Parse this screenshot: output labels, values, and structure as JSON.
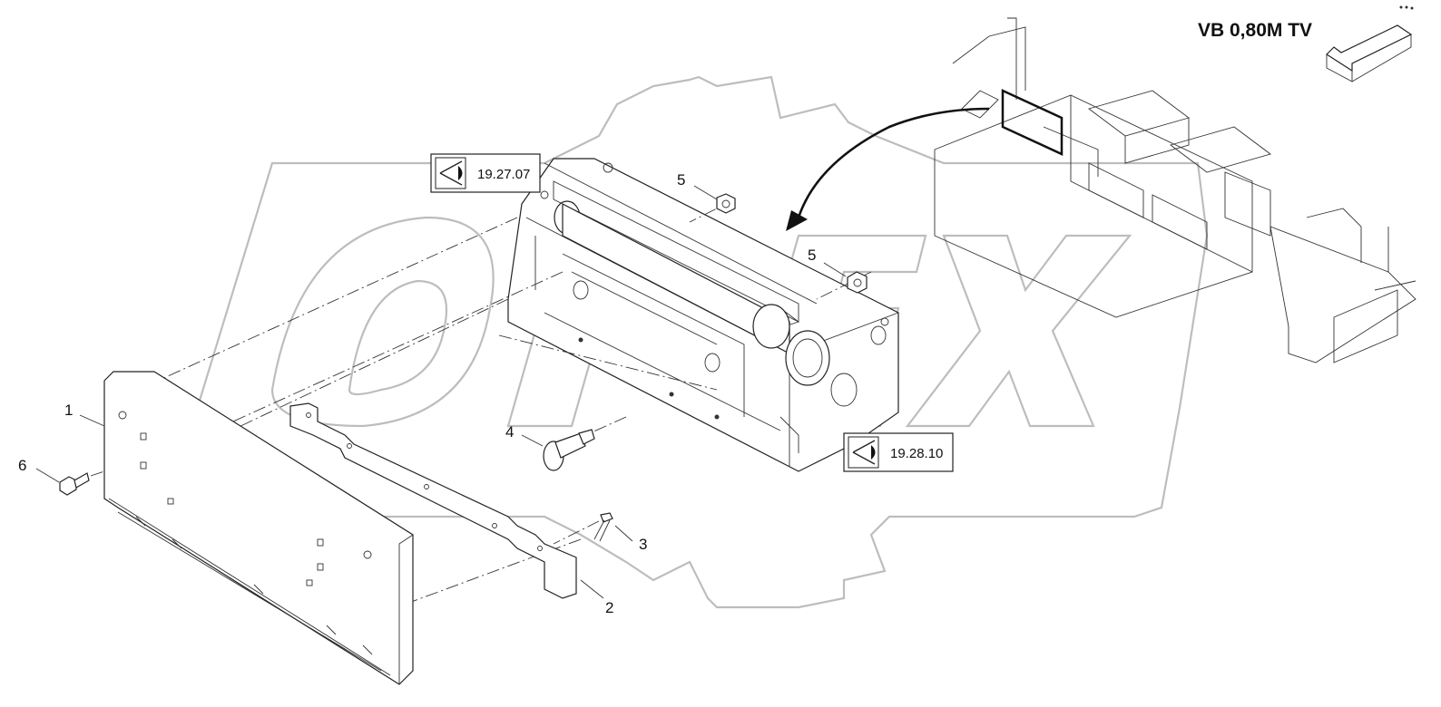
{
  "header": {
    "title": "VB 0,80M TV"
  },
  "refs": [
    {
      "id": "ref-19-27-07",
      "text": "19.27.07"
    },
    {
      "id": "ref-19-28-10",
      "text": "19.28.10"
    }
  ],
  "callouts": {
    "c1": "1",
    "c2": "2",
    "c3": "3",
    "c4": "4",
    "c5a": "5",
    "c5b": "5",
    "c6": "6"
  },
  "icons": {
    "view": "eye-view-icon",
    "direction": "direction-arrow-icon"
  }
}
